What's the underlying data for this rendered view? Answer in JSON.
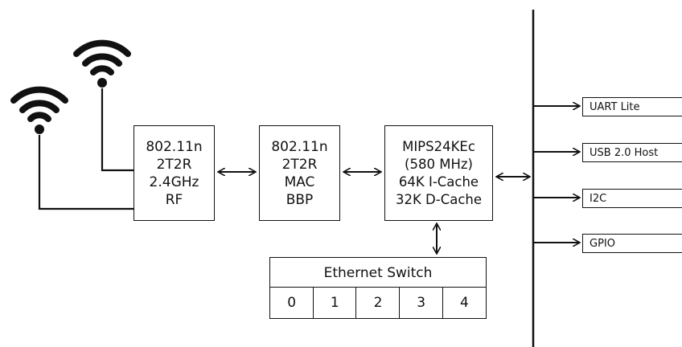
{
  "rf_block": {
    "lines": [
      "802.11n",
      "2T2R",
      "2.4GHz",
      "RF"
    ]
  },
  "mac_block": {
    "lines": [
      "802.11n",
      "2T2R",
      "MAC",
      "BBP"
    ]
  },
  "cpu_block": {
    "lines": [
      "MIPS24KEc",
      "(580 MHz)",
      "64K I-Cache",
      "32K D-Cache"
    ]
  },
  "ethernet_switch": {
    "title": "Ethernet Switch",
    "ports": [
      "0",
      "1",
      "2",
      "3",
      "4"
    ]
  },
  "peripherals": [
    "UART Lite",
    "USB 2.0 Host",
    "I2C",
    "GPIO"
  ],
  "icons": [
    "wifi-icon",
    "wifi-icon"
  ],
  "colors": {
    "line": "#111111",
    "background": "#ffffff"
  }
}
